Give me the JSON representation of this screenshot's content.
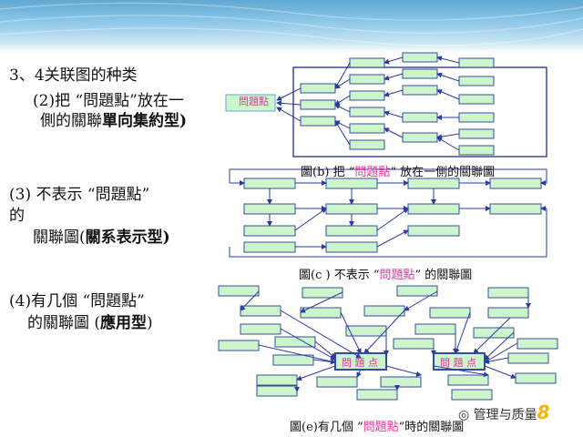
{
  "heading": "3、4关联图的种类",
  "sections": [
    {
      "line1": "(2)把 “問題點”放在一",
      "line2_normal": "側的關聯",
      "line2_bold": "單向集約型)"
    },
    {
      "line1": "(3) 不表示 “問題點”",
      "line2": "的",
      "line3_normal": "關聯圖(",
      "line3_bold": "關系表示型)"
    },
    {
      "line1": "(4)有几個 “問題點”",
      "line2_normal": "的關聯圖 (",
      "line2_bold": "應用型",
      "line2_end": ")"
    }
  ],
  "diagram_b": {
    "problem_label": "問題點",
    "caption_prefix": "圖(b) 把 “",
    "caption_highlight": "問題點",
    "caption_suffix": "” 放在一側的關聯圖"
  },
  "diagram_c": {
    "caption_prefix": "圖(c ) 不表示 “",
    "caption_highlight": "問題點",
    "caption_suffix": "” 的關聯圖"
  },
  "diagram_e": {
    "problem_labels": [
      "問 題 点",
      "問 題 点"
    ],
    "caption_prefix": "圖(e)有几個 “",
    "caption_highlight": "問題點",
    "caption_suffix": "”時的關聯圖"
  },
  "watermark": {
    "text": "管理与质量",
    "mark": "8"
  },
  "colors": {
    "box_fill": "#ccf5cc",
    "box_border": "#3a4aa0",
    "arrow": "#2a3aa8",
    "highlight": "#e0389a"
  }
}
